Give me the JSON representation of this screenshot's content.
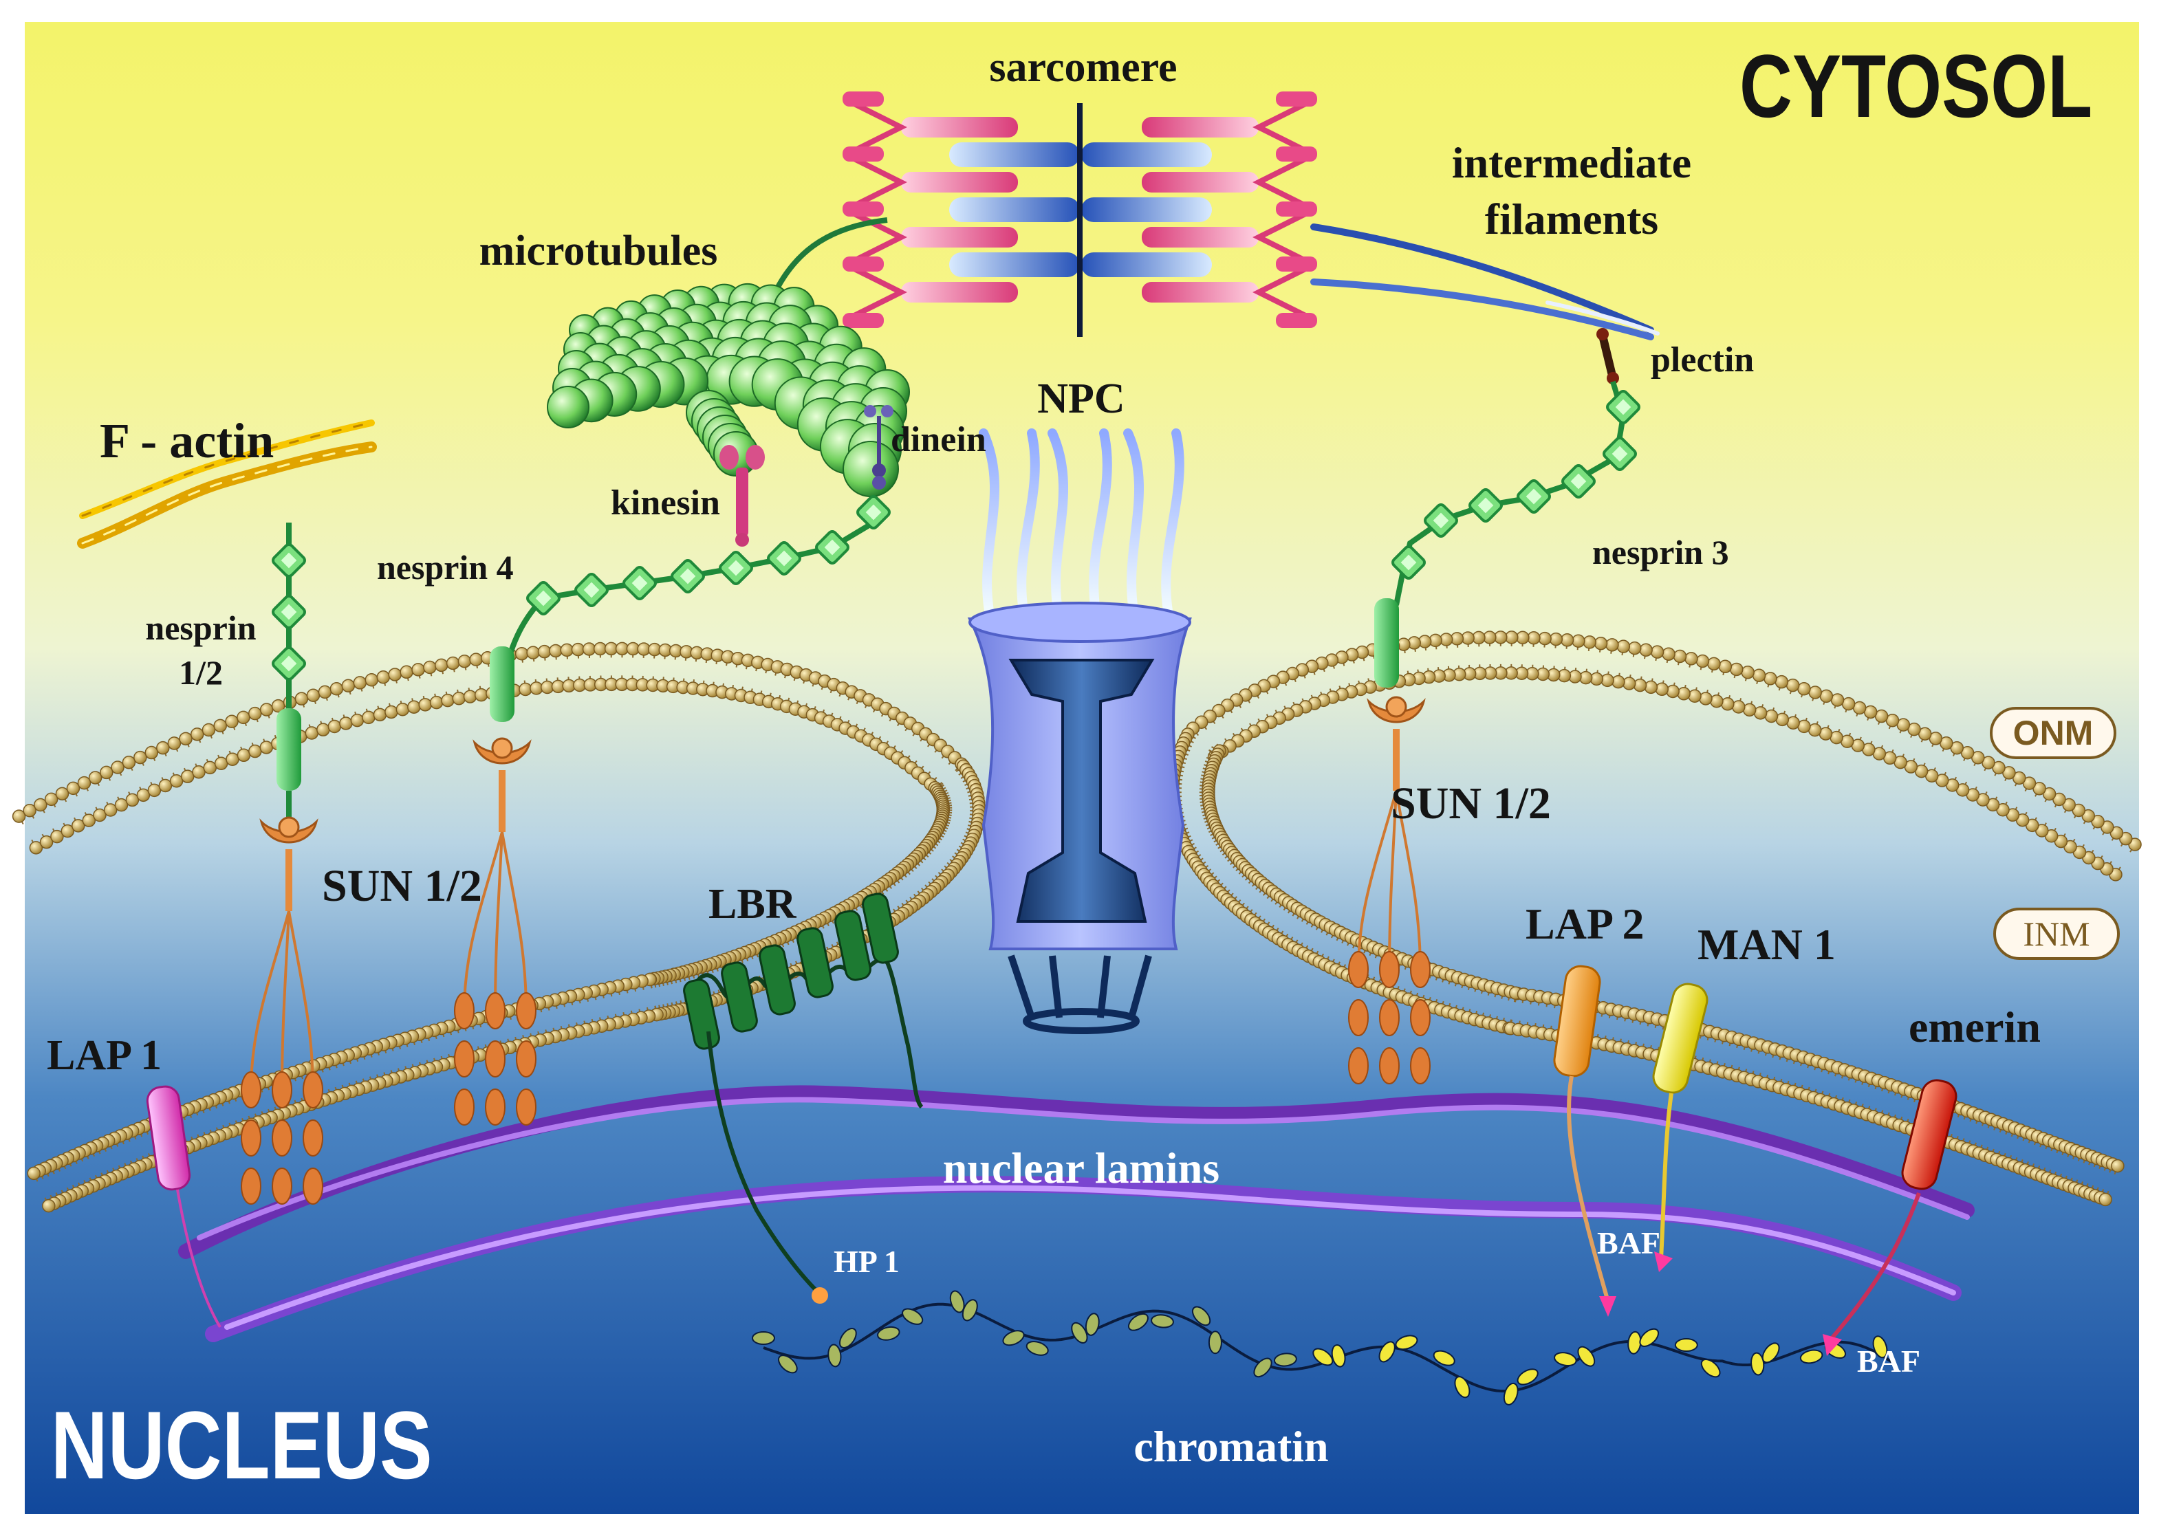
{
  "regions": {
    "top": "CYTOSOL",
    "bottom": "NUCLEUS"
  },
  "membranes": {
    "outer": "ONM",
    "inner": "INM"
  },
  "labels": {
    "sarcomere": "sarcomere",
    "intermediate_1": "intermediate",
    "intermediate_2": "filaments",
    "microtubules": "microtubules",
    "plectin": "plectin",
    "npc": "NPC",
    "f_actin": "F - actin",
    "dinein": "dinein",
    "kinesin": "kinesin",
    "nesprin4": "nesprin 4",
    "nesprin3": "nesprin 3",
    "nesprin12_a": "nesprin",
    "nesprin12_b": "1/2",
    "sun_left": "SUN 1/2",
    "sun_right": "SUN 1/2",
    "lbr": "LBR",
    "lap2": "LAP 2",
    "man1": "MAN 1",
    "lap1": "LAP 1",
    "emerin": "emerin",
    "lamins": "nuclear lamins",
    "hp1": "HP 1",
    "baf1": "BAF",
    "baf2": "BAF",
    "chromatin": "chromatin"
  },
  "colors": {
    "cytosol_top": "#f3f36a",
    "nucleus_bottom": "#1a4fa0",
    "membrane_head": "#c9a85a",
    "nesprin": "#3fbf5a",
    "sun": "#e58a3c",
    "lamin": "#8a55d8",
    "npc": "#8a9af0"
  }
}
